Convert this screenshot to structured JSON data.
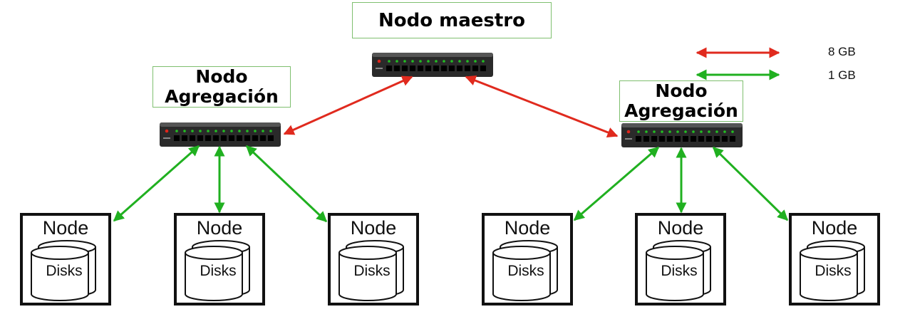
{
  "title": "",
  "master": {
    "label": "Nodo maestro"
  },
  "aggregation_left": {
    "line1": "Nodo",
    "line2": "Agregación"
  },
  "aggregation_right": {
    "line1": "Nodo",
    "line2": "Agregación"
  },
  "legend": [
    {
      "label": "8 GB",
      "color": "#e02a1e"
    },
    {
      "label": "1 GB",
      "color": "#20b020"
    }
  ],
  "nodes": [
    {
      "title": "Node",
      "disk_label": "Disks"
    },
    {
      "title": "Node",
      "disk_label": "Disks"
    },
    {
      "title": "Node",
      "disk_label": "Disks"
    },
    {
      "title": "Node",
      "disk_label": "Disks"
    },
    {
      "title": "Node",
      "disk_label": "Disks"
    },
    {
      "title": "Node",
      "disk_label": "Disks"
    }
  ],
  "colors": {
    "link_8gb": "#e02a1e",
    "link_1gb": "#20b020",
    "switch_body": "#2a2a2a"
  },
  "icons": [
    "network-switch-icon",
    "disk-stack-icon",
    "double-arrow-icon"
  ]
}
